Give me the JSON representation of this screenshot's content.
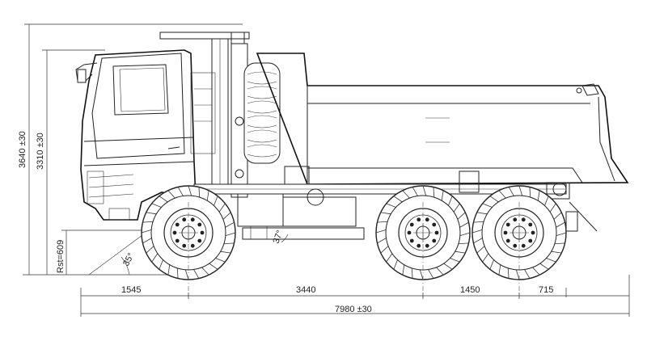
{
  "dimensions": {
    "overall_height": "3640 ±30",
    "cab_height": "3310 ±30",
    "ground_clearance": "Rst=609",
    "approach_angle": "35°",
    "rear_angle": "37°",
    "front_overhang": "1545",
    "wheelbase_front": "3440",
    "axle_spacing": "1450",
    "rear_overhang": "715",
    "overall_length": "7980 ±30"
  },
  "colors": {
    "line": "#222222",
    "background": "#ffffff"
  }
}
